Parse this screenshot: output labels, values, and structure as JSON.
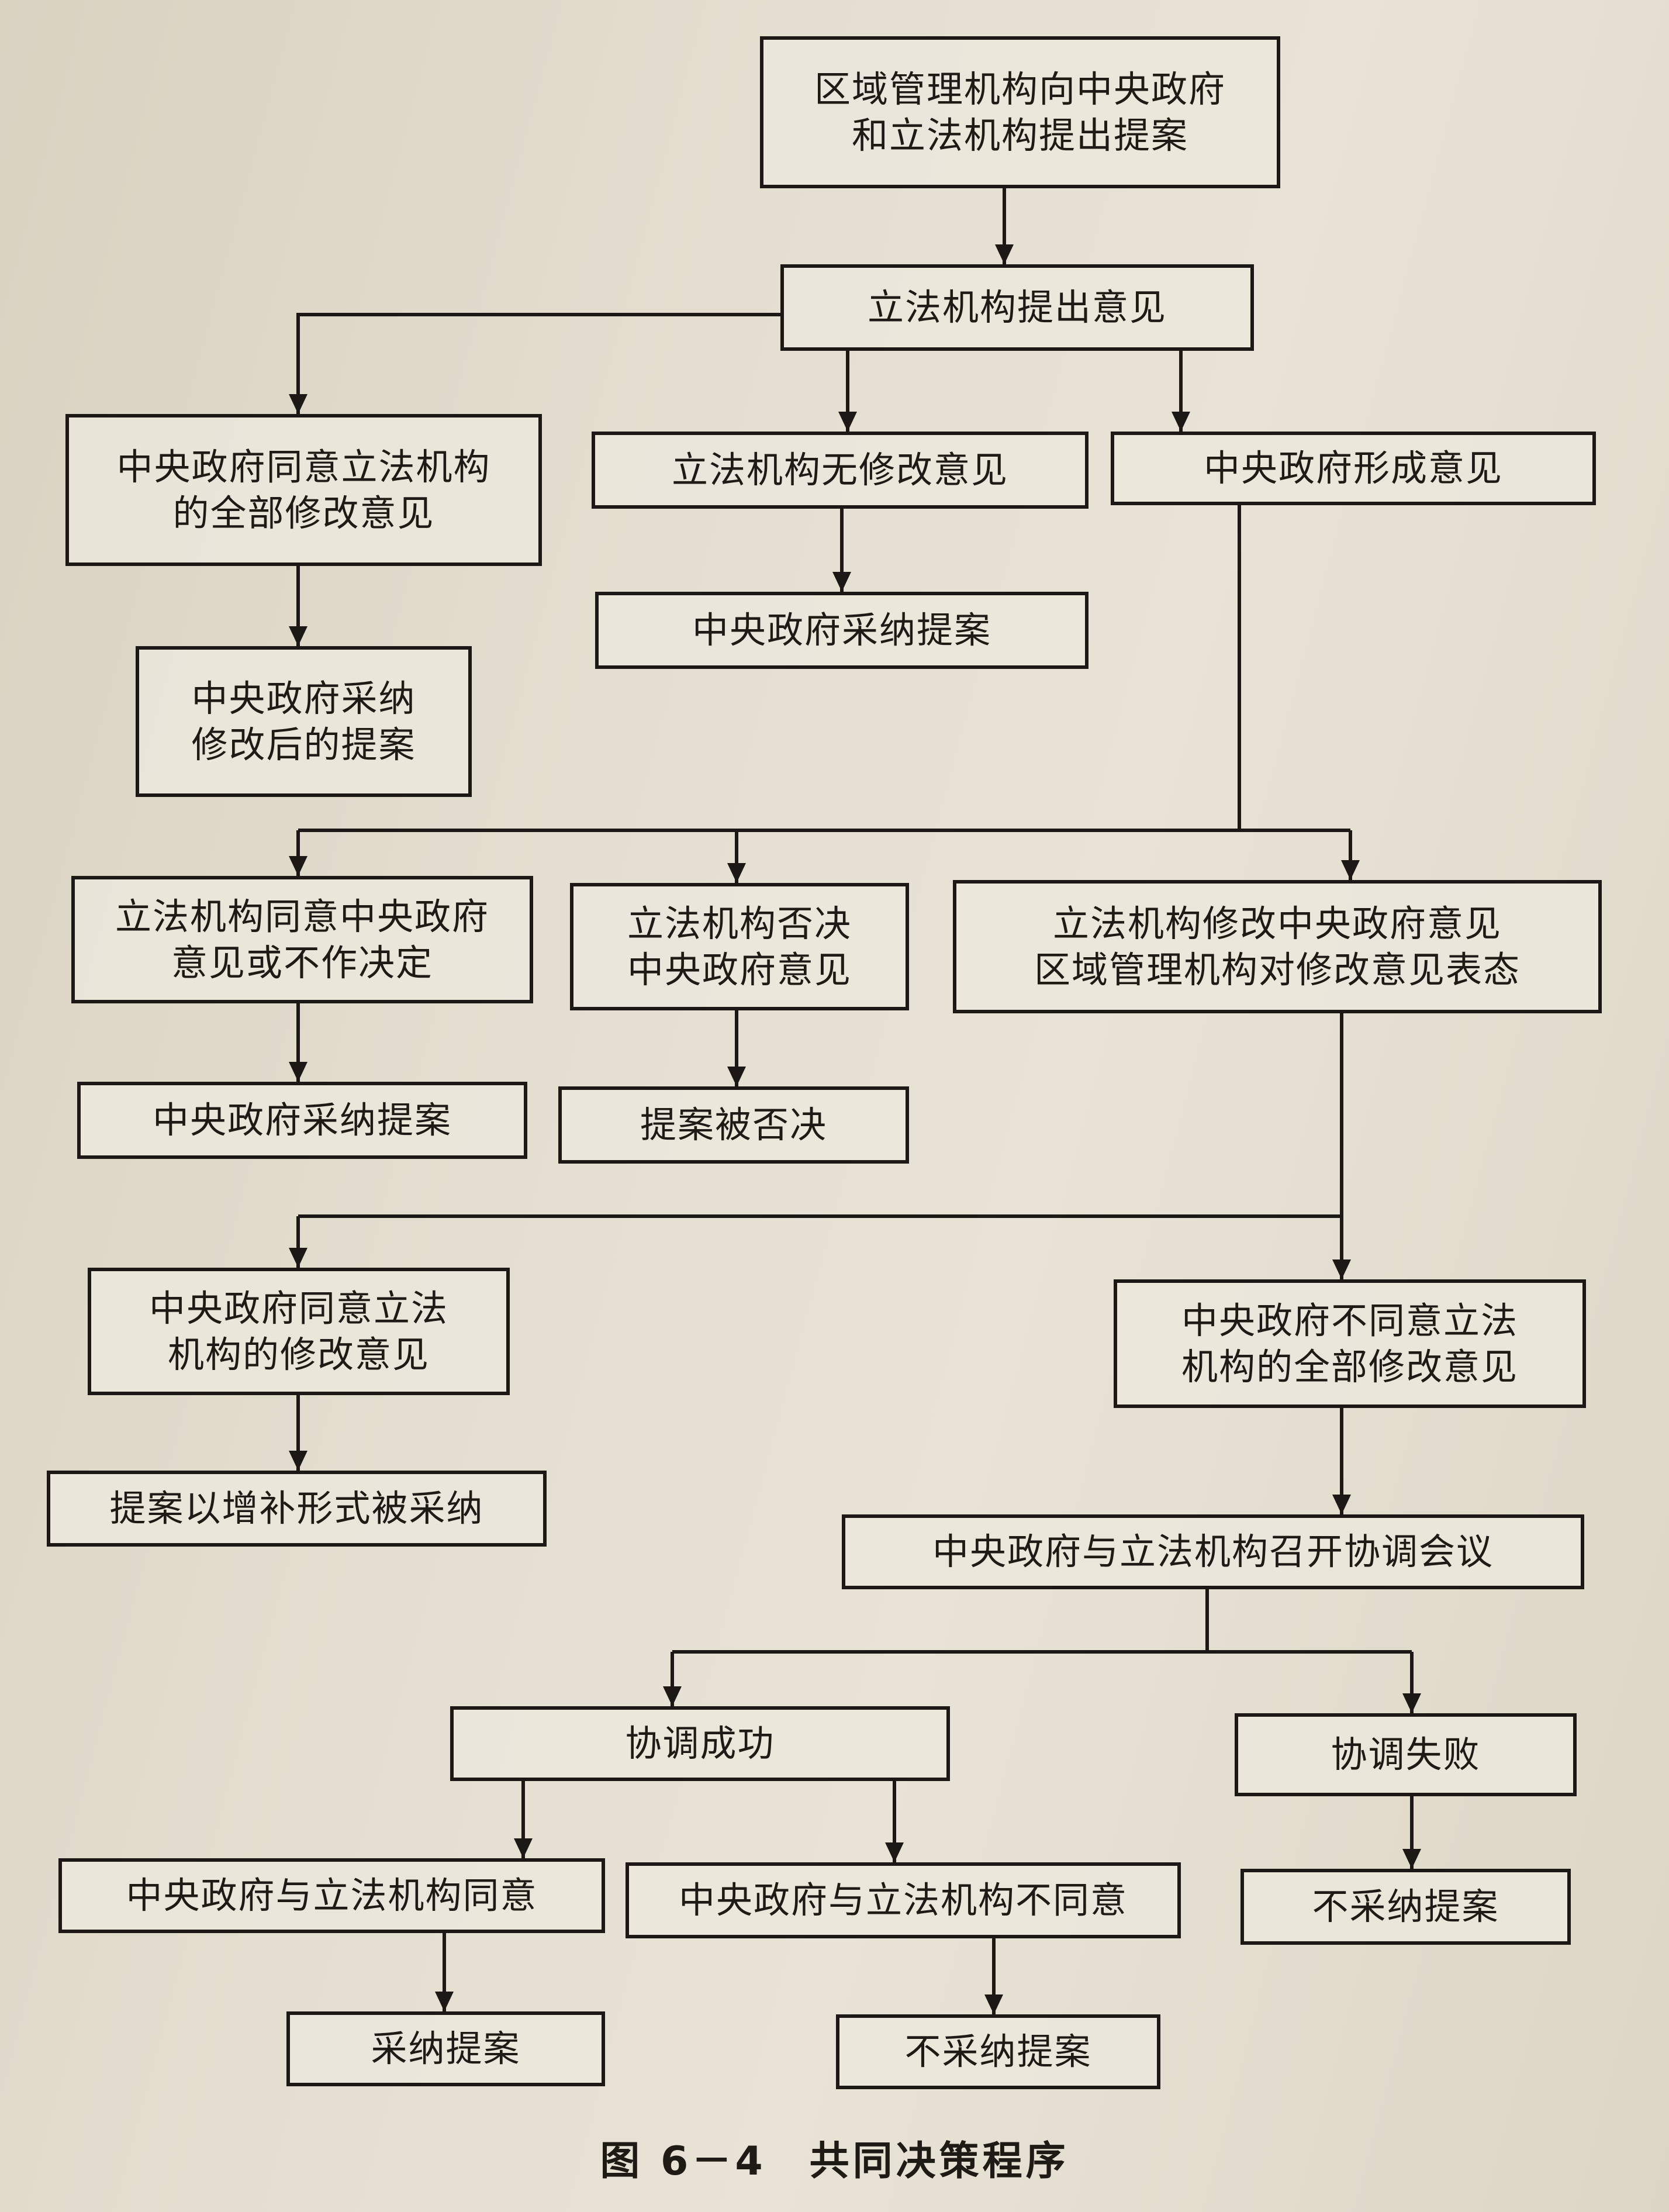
{
  "diagram": {
    "caption": "图 6－4　共同决策程序",
    "nodes": {
      "proposal": "区域管理机构向中央政府\n和立法机构提出提案",
      "legislature_opinion": "立法机构提出意见",
      "gov_accepts_all": "中央政府同意立法机构\n的全部修改意见",
      "no_amendment": "立法机构无修改意见",
      "gov_forms_opinion": "中央政府形成意见",
      "adopt_amended": "中央政府采纳\n修改后的提案",
      "adopt_1": "中央政府采纳提案",
      "leg_agrees_gov": "立法机构同意中央政府\n意见或不作决定",
      "leg_vetoes_gov": "立法机构否决\n中央政府意见",
      "leg_modifies_gov": "立法机构修改中央政府意见\n区域管理机构对修改意见表态",
      "adopt_2": "中央政府采纳提案",
      "rejected": "提案被否决",
      "gov_agrees_mod": "中央政府同意立法\n机构的修改意见",
      "gov_disagrees_mod": "中央政府不同意立法\n机构的全部修改意见",
      "adopt_supplement": "提案以增补形式被采纳",
      "coordination_meeting": "中央政府与立法机构召开协调会议",
      "coord_success": "协调成功",
      "coord_fail": "协调失败",
      "both_agree": "中央政府与立法机构同意",
      "both_disagree": "中央政府与立法机构不同意",
      "not_adopted_1": "不采纳提案",
      "adopt_final": "采纳提案",
      "not_adopted_2": "不采纳提案"
    }
  },
  "colors": {
    "ink": "#1b1815",
    "paper": "#e2dccd"
  }
}
